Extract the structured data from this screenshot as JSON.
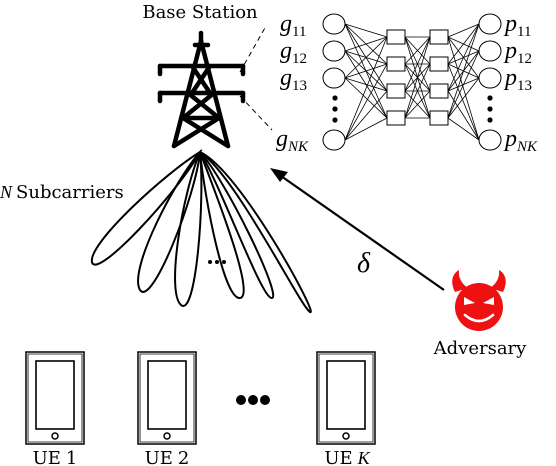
{
  "base_station": {
    "label": "Base Station"
  },
  "subcarriers": {
    "label": "N Subcarriers",
    "n_symbol": "N",
    "word": "Subcarriers"
  },
  "nn_inputs": [
    {
      "sym": "g",
      "sub": "11"
    },
    {
      "sym": "g",
      "sub": "12"
    },
    {
      "sym": "g",
      "sub": "13"
    },
    {
      "sym": "g",
      "sub": "NK"
    }
  ],
  "nn_outputs": [
    {
      "sym": "p",
      "sub": "11"
    },
    {
      "sym": "p",
      "sub": "12"
    },
    {
      "sym": "p",
      "sub": "13"
    },
    {
      "sym": "p",
      "sub": "NK"
    }
  ],
  "perturbation": {
    "symbol": "δ"
  },
  "adversary": {
    "label": "Adversary",
    "icon": "devil-icon",
    "color": "#ee1111"
  },
  "users": [
    {
      "label": "UE 1",
      "prefix": "UE",
      "index": "1"
    },
    {
      "label": "UE 2",
      "prefix": "UE",
      "index": "2"
    },
    {
      "label": "UE K",
      "prefix": "UE",
      "index": "K"
    }
  ]
}
